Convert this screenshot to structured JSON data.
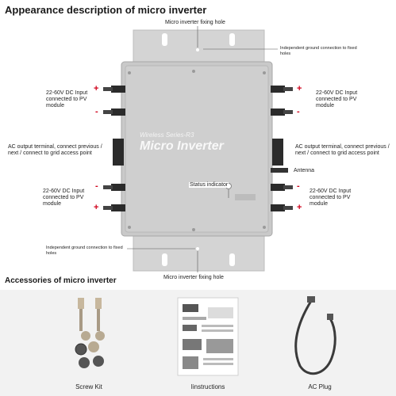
{
  "headings": {
    "appearance": "Appearance description of micro inverter",
    "accessories": "Accessories of micro inverter"
  },
  "labels": {
    "fixing_hole_top": "Micro inverter fixing hole",
    "fixing_hole_bottom": "Micro inverter fixing hole",
    "ground_top": "Independent ground connection to fixed holes",
    "ground_bottom": "Independent ground connection to fixed holes",
    "dc_top_left": "22-60V DC Input connected to PV module",
    "dc_top_right": "22-60V DC Input connected to PV module",
    "dc_bottom_left": "22-60V DC Input connected to PV module",
    "dc_bottom_right": "22-60V DC Input connected to PV module",
    "ac_left": "AC output terminal, connect previous / next / connect to grid access point",
    "ac_right": "AC output terminal, connect previous / next / connect to grid access point",
    "antenna": "Antenna",
    "status": "Status indicator",
    "plus": "+",
    "minus": "-"
  },
  "device": {
    "series": "Wireless Series-R3",
    "name": "Micro Inverter"
  },
  "accessories": {
    "items": [
      {
        "label": "Screw Kit"
      },
      {
        "label": "Iinstructions"
      },
      {
        "label": "AC Plug"
      }
    ]
  },
  "colors": {
    "plus_minus": "#d0021b",
    "device_body": "#c8c8c8",
    "heading": "#1a1a1a"
  }
}
